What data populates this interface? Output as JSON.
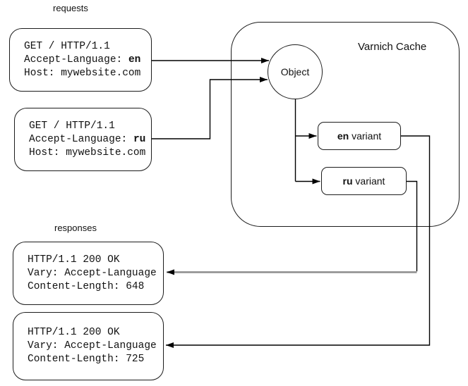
{
  "labels": {
    "requests": "requests",
    "responses": "responses"
  },
  "cache": {
    "title": "Varnich Cache",
    "object_label": "Object",
    "variants": [
      {
        "lang": "en",
        "suffix": " variant"
      },
      {
        "lang": "ru",
        "suffix": " variant"
      }
    ]
  },
  "request_messages": [
    {
      "request_line": "GET / HTTP/1.1",
      "accept_language_prefix": "Accept-Language: ",
      "accept_language_value": "en",
      "host_line": "Host: mywebsite.com"
    },
    {
      "request_line": "GET / HTTP/1.1",
      "accept_language_prefix": "Accept-Language: ",
      "accept_language_value": "ru",
      "host_line": "Host: mywebsite.com"
    }
  ],
  "response_messages": [
    {
      "status_line": "HTTP/1.1 200 OK",
      "vary_line": "Vary: Accept-Language",
      "content_length_line": "Content-Length: 648"
    },
    {
      "status_line": "HTTP/1.1 200 OK",
      "vary_line": "Vary: Accept-Language",
      "content_length_line": "Content-Length: 725"
    }
  ],
  "colors": {
    "stroke": "#000000",
    "gray_connector": "#909090",
    "background": "#ffffff"
  }
}
